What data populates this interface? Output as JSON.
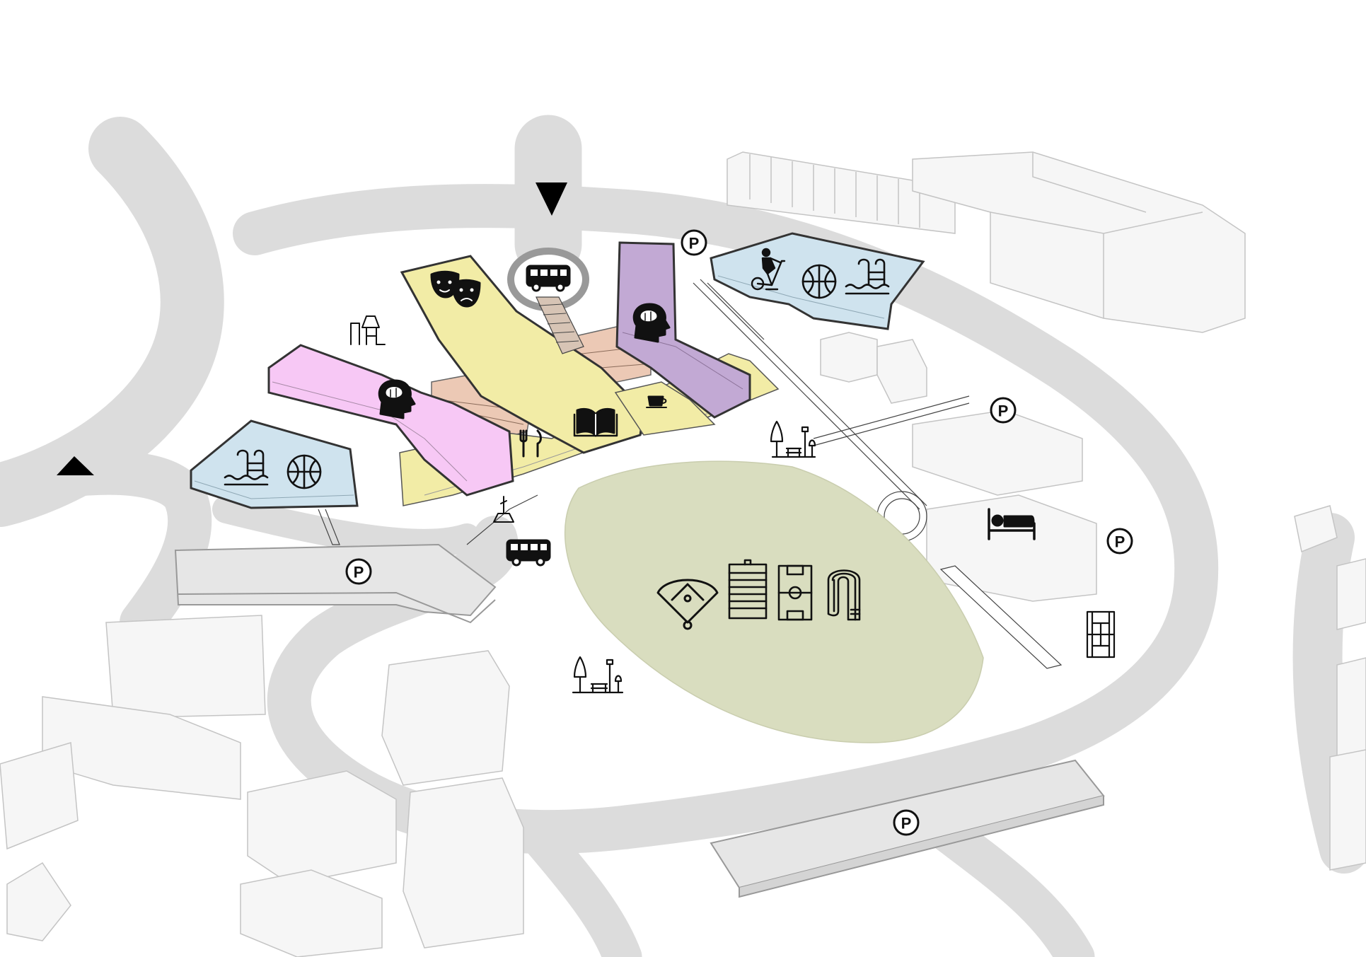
{
  "diagram": {
    "colors": {
      "road": "#dcdcdc",
      "ground": "#ffffff",
      "context_building": "#f6f6f6",
      "context_outline": "#c4c4c4",
      "sports": "#cfe3ee",
      "learning": "#f7c8f5",
      "research": "#c2a9d4",
      "culture": "#f2eca6",
      "link": "#ecc9b5",
      "field": "#d9ddbf",
      "parking_deck": "#e6e6e6",
      "outline": "#333333"
    },
    "parking_label": "P",
    "entrances": [
      "entrance-arrow-north",
      "entrance-arrow-west"
    ],
    "icons": [
      "swimming-pool-icon",
      "basketball-icon",
      "brain-head-icon",
      "theater-masks-icon",
      "book-icon",
      "cutlery-icon",
      "coffee-cup-icon",
      "bus-icon",
      "playground-icon",
      "park-bench-icon",
      "exercise-bike-icon",
      "bed-icon",
      "tennis-court-icon",
      "baseball-diamond-icon",
      "football-field-icon",
      "soccer-field-icon",
      "running-track-icon",
      "parking-icon",
      "statue-icon"
    ]
  }
}
